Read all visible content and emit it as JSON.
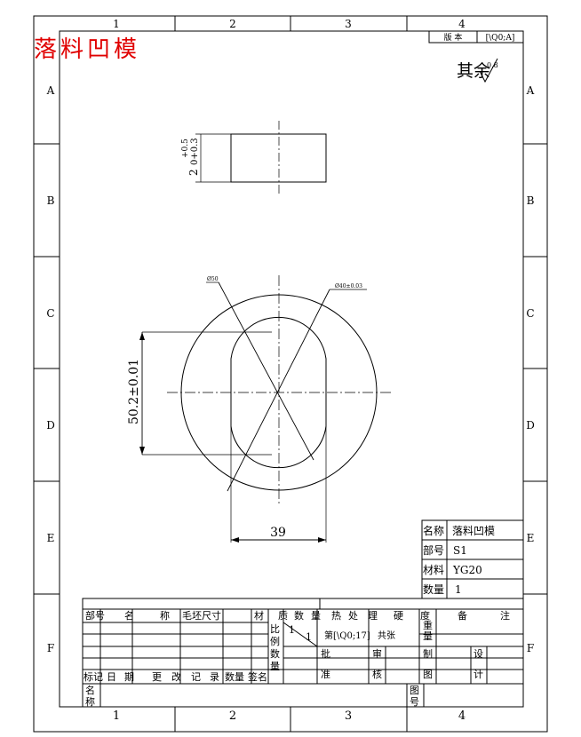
{
  "title": "落料凹模",
  "border": {
    "col_labels": [
      "1",
      "2",
      "3",
      "4"
    ],
    "row_labels": [
      "A",
      "B",
      "C",
      "D",
      "E",
      "F"
    ]
  },
  "version_box": {
    "label": "版 本",
    "value": "[\\Q0;A]"
  },
  "surface_finish": {
    "text": "其余",
    "value": "0.8"
  },
  "dimensions": {
    "top_height": "2",
    "top_tol_upper": "+0.5",
    "top_tol_lower": "0+0.3",
    "diameter_outer": "Ø50",
    "diameter_inner": "Ø40±0.03",
    "height_main": "50.2±0.01",
    "width_main": "39"
  },
  "part_info": {
    "name_label": "名称",
    "name_value": "落料凹模",
    "part_label": "部号",
    "part_value": "S1",
    "material_label": "材料",
    "material_value": "YG20",
    "qty_label": "数量",
    "qty_value": "1"
  },
  "title_block": {
    "headers": [
      "部号",
      "名",
      "称",
      "毛坯尺寸",
      "材",
      "质",
      "数",
      "量",
      "热",
      "处",
      "理",
      "硬",
      "度",
      "备",
      "注"
    ],
    "scale_label": [
      "比",
      "例"
    ],
    "scale_num": "1",
    "scale_den": "1",
    "sheet_text": "第[\\Q0;17]",
    "total_text": "共张",
    "weight_label": [
      "重",
      "量"
    ],
    "weight_label2": [
      "数",
      "量"
    ],
    "approve": [
      "批",
      "准"
    ],
    "review": [
      "审",
      "核"
    ],
    "draw": [
      "制",
      "图"
    ],
    "design": [
      "设",
      "计"
    ],
    "drawing_no": [
      "图",
      "号"
    ],
    "name_label": [
      "名",
      "称"
    ],
    "bottom_row": [
      "标记",
      "日",
      "期",
      "更",
      "改",
      "记",
      "录",
      "数量",
      "签名"
    ]
  }
}
